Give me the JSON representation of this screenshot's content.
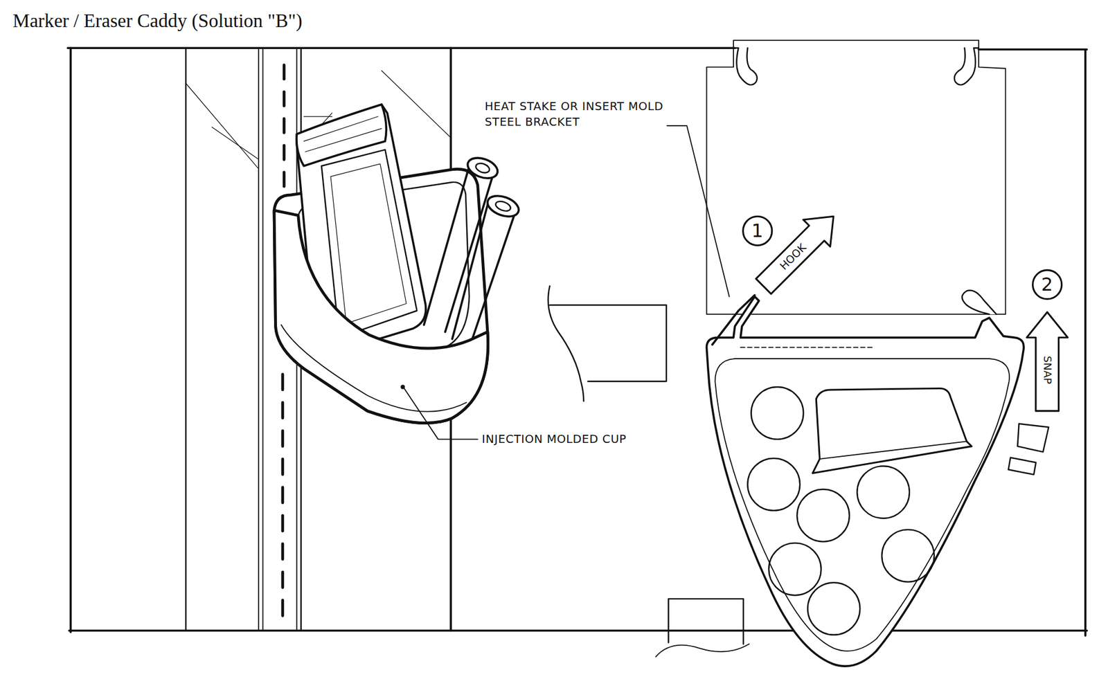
{
  "diagram": {
    "title": "Marker / Eraser Caddy (Solution \"B\")",
    "nodes": [
      {
        "text": [
          "1"
        ]
      },
      {
        "text": [
          "HOOK"
        ]
      },
      {
        "text": [
          "2"
        ]
      },
      {
        "text": [
          "SNAP"
        ]
      }
    ],
    "labels": [
      "HEAT STAKE OR INSERT MOLD STEEL BRACKET",
      "INJECTION MOLDED CUP"
    ]
  }
}
